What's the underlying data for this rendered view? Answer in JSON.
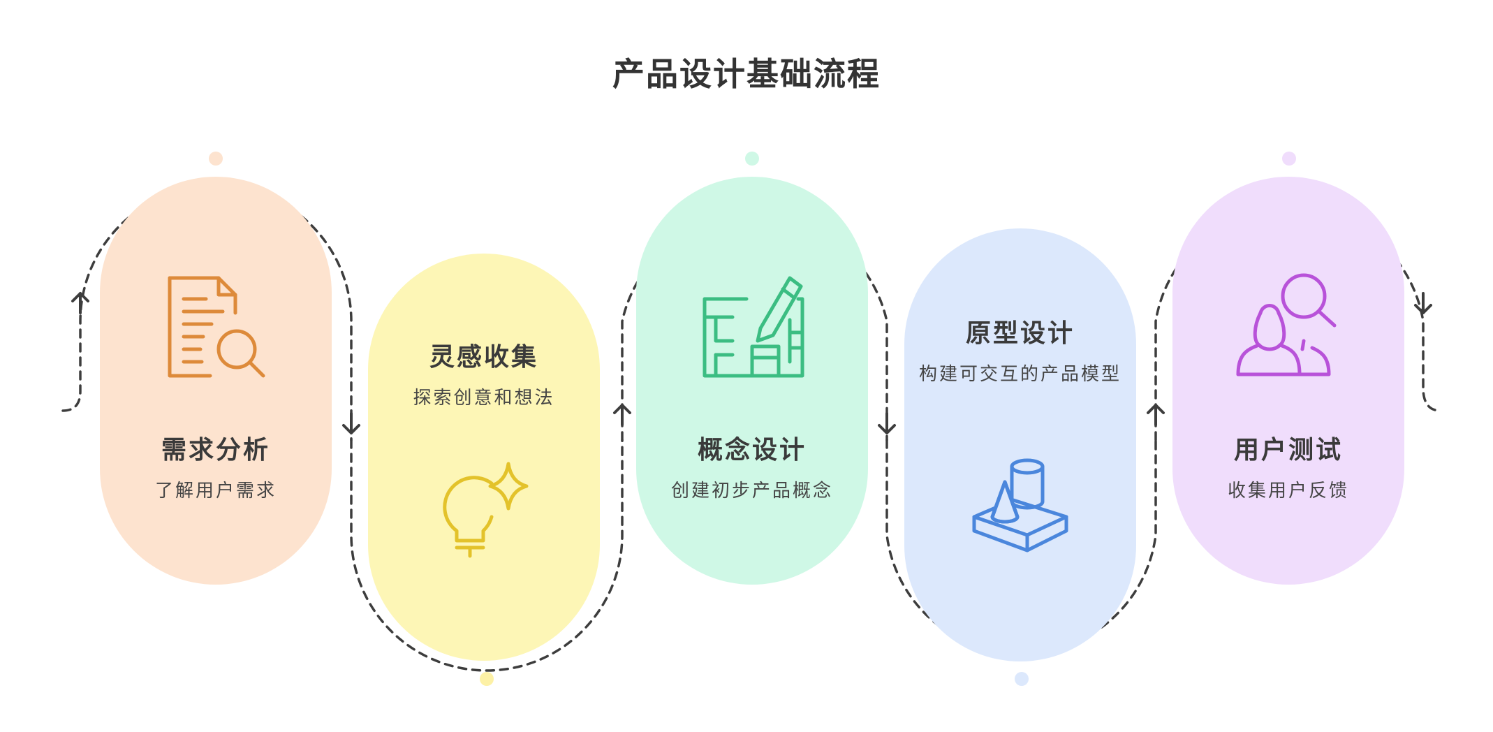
{
  "title": "产品设计基础流程",
  "steps": [
    {
      "title": "需求分析",
      "description": "了解用户需求",
      "icon": "document-search-icon",
      "color": "#fde3cf",
      "accent": "#dd8a3a",
      "dot": "#fde3cf"
    },
    {
      "title": "灵感收集",
      "description": "探索创意和想法",
      "icon": "lightbulb-sparkle-icon",
      "color": "#fdf6b6",
      "accent": "#e3c22a",
      "dot": "#fdf1a6"
    },
    {
      "title": "概念设计",
      "description": "创建初步产品概念",
      "icon": "sketch-pencil-icon",
      "color": "#cff8e6",
      "accent": "#3bbd82",
      "dot": "#cff8e6"
    },
    {
      "title": "原型设计",
      "description": "构建可交互的产品模型",
      "icon": "3d-model-icon",
      "color": "#dce8fc",
      "accent": "#4a86dc",
      "dot": "#dce8fc"
    },
    {
      "title": "用户测试",
      "description": "收集用户反馈",
      "icon": "users-search-icon",
      "color": "#f0ddfc",
      "accent": "#b852d9",
      "dot": "#f0ddfc"
    }
  ]
}
